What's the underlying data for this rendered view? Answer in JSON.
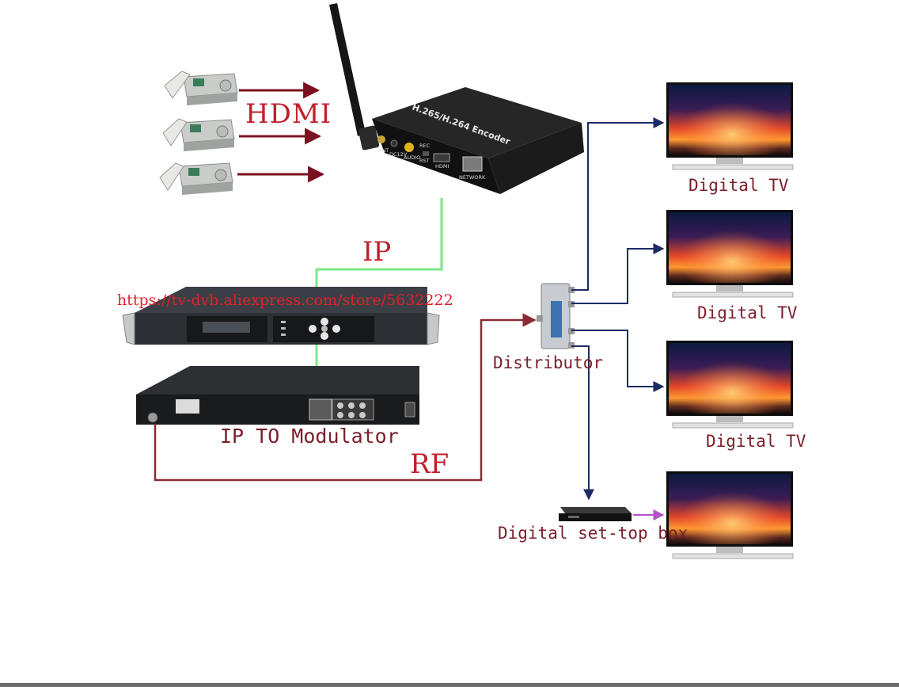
{
  "labels": {
    "hdmi": "HDMI",
    "ip": "IP",
    "rf": "RF",
    "watermark": "https://tv-dvb.aliexpress.com/store/5632222",
    "modulator": "IP TO Modulator",
    "distributor": "Distributor",
    "tv_1": "Digital TV",
    "tv_2": "Digital TV",
    "tv_3": "Digital TV",
    "set_top_box": "Digital set-top box"
  },
  "encoder_label": {
    "title": "H.265/H.264 Encoder",
    "ports": [
      "ANT",
      "DC12V",
      "AUDIO",
      "RST",
      "HDMI",
      "NETWORK"
    ],
    "rec": "REC"
  },
  "colors": {
    "hdmi_arrow": "#7a1020",
    "ip_line": "#7ee68a",
    "rf_line": "#8a2b34",
    "tv_link": "#1c2a66",
    "stb_link": "#b452c7",
    "label_text": "#7a1f2b",
    "accent_text": "#c0202a"
  }
}
